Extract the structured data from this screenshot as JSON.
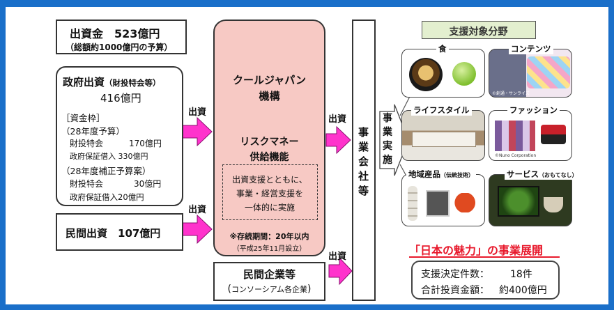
{
  "capital": {
    "title": "出資金　523億円",
    "note": "（総額約1000億円の予算）"
  },
  "gov": {
    "title": "政府出資",
    "title_note": "（財投特会等）",
    "amount": "416億円",
    "funds_header": "［資金枠］",
    "fy28_budget": "（28年度予算）",
    "fy28_1_label": "財投特会",
    "fy28_1_value": "170億円",
    "fy28_2": "政府保証借入 330億円",
    "fy28_supp": "（28年度補正予算案）",
    "supp_1_label": "財投特会",
    "supp_1_value": "30億円",
    "supp_2": "政府保証借入20億円"
  },
  "private_inv": {
    "label": "民間出資　107億円"
  },
  "arrows": {
    "invest": "出資"
  },
  "cjf": {
    "name_1": "クールジャパン",
    "name_2": "機構",
    "risk_1": "リスクマネー",
    "risk_2": "供給機能",
    "support_1": "出資支援とともに、",
    "support_2": "事業・経営支援を",
    "support_3": "一体的に実施",
    "period": "※存続期間：20年以内",
    "established": "（平成25年11月設立）"
  },
  "companies": {
    "label": "民間企業等",
    "sub": "コンソーシアム各企業"
  },
  "business": {
    "entity": "事業会社等",
    "implement": "事業実施"
  },
  "fields": {
    "header": "支援対象分野",
    "food": "食",
    "contents": "コンテンツ",
    "contents_credit": "©創通・サンライズ",
    "lifestyle": "ライフスタイル",
    "fashion": "ファッション",
    "fashion_credit": "©Nuno Corporation",
    "regional": "地域産品",
    "regional_note": "（伝統技術）",
    "service": "サービス",
    "service_note": "（おもてなし）"
  },
  "charm": "「日本の魅力」の事業展開",
  "stats": {
    "count_label": "支援決定件数：",
    "count_value": "18件",
    "total_label": "合計投資金額：",
    "total_value": "約400億円"
  },
  "colors": {
    "frame": "#1a6fc9",
    "arrow": "#ff33cc",
    "cjf_fill": "#f7c9c4",
    "charm": "#e8192c",
    "header_fill": "#e3efcf"
  }
}
